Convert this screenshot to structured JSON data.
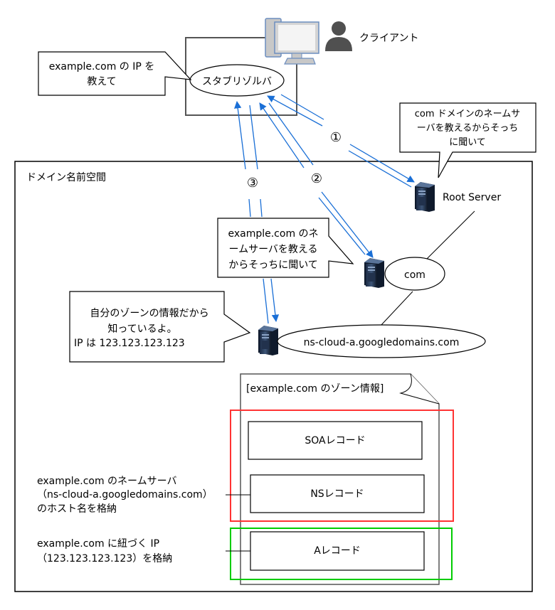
{
  "client": {
    "label": "クライアント",
    "resolver_label": "スタブリゾルバ",
    "callout_lines": [
      "example.com の IP を",
      "教えて"
    ]
  },
  "domain_space": {
    "title": "ドメイン名前空間"
  },
  "root_server": {
    "label": "Root Server",
    "callout_lines": [
      "com ドメインのネームサ",
      "ーバを教えるからそっち",
      "に聞いて"
    ]
  },
  "com_server": {
    "label": "com",
    "callout_lines": [
      "example.com のネ",
      "ームサーバを教える",
      "からそっちに聞いて"
    ]
  },
  "ns_server": {
    "label": "ns-cloud-a.googledomains.com",
    "callout_lines": [
      "自分のゾーンの情報だから",
      "知っているよ。",
      "IP は 123.123.123.123"
    ]
  },
  "steps": [
    "①",
    "②",
    "③"
  ],
  "zone": {
    "title": "[example.com のゾーン情報]",
    "records": [
      "SOAレコード",
      "NSレコード",
      "Aレコード"
    ],
    "highlight_colors": {
      "ns_group": "#ff3333",
      "a_group": "#00cc00"
    }
  },
  "notes": {
    "ns_note_lines": [
      "example.com のネームサーバ",
      "（ns-cloud-a.googledomains.com）",
      "のホスト名を格納"
    ],
    "a_note_lines": [
      "example.com に紐づく IP",
      "（123.123.123.123）を格納"
    ]
  },
  "colors": {
    "arrow": "#1a6fd6",
    "border": "#555555"
  }
}
